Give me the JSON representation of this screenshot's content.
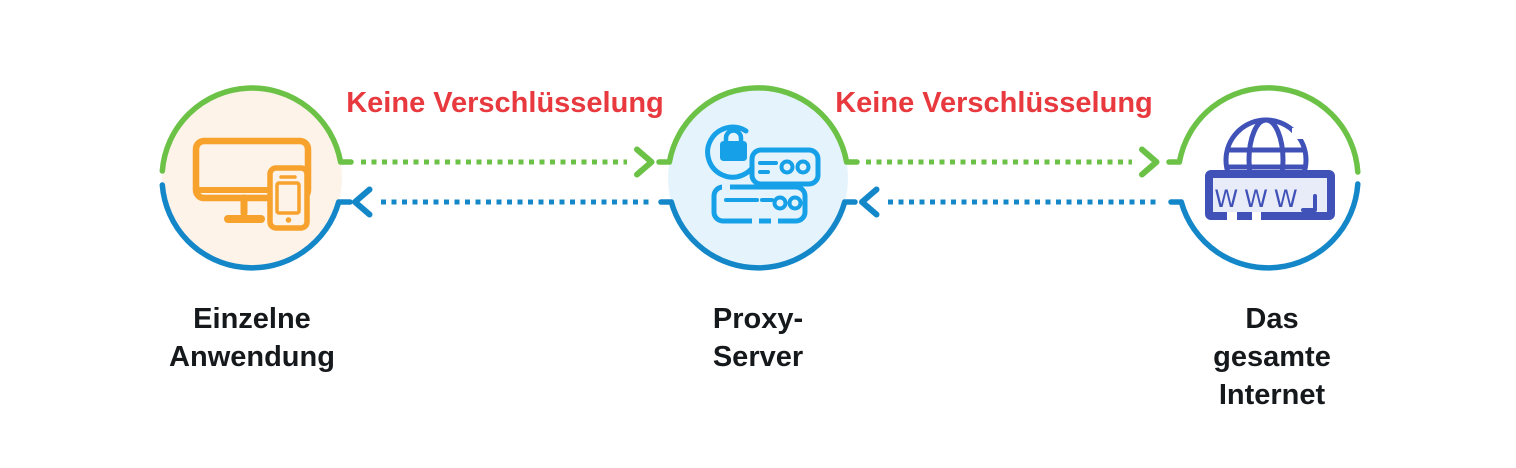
{
  "diagram": {
    "nodes": [
      {
        "id": "client",
        "label_lines": [
          "Einzelne",
          "Anwendung"
        ],
        "icon": "desktop-and-phone-icon"
      },
      {
        "id": "proxy",
        "label_lines": [
          "Proxy-",
          "Server"
        ],
        "icon": "server-with-lock-icon"
      },
      {
        "id": "internet",
        "label_lines": [
          "Das",
          "gesamte",
          "Internet"
        ],
        "icon": "www-globe-icon",
        "icon_text": "WWW"
      }
    ],
    "connections": [
      {
        "from": "client",
        "to": "proxy",
        "label": "Keine Verschlüsselung",
        "direction": "bidirectional",
        "forward_color_name": "green",
        "backward_color_name": "blue",
        "line_style": "dashed"
      },
      {
        "from": "proxy",
        "to": "internet",
        "label": "Keine Verschlüsselung",
        "direction": "bidirectional",
        "forward_color_name": "green",
        "backward_color_name": "blue",
        "line_style": "dashed"
      }
    ]
  },
  "colors": {
    "green": "#6cc247",
    "blue": "#1487c9",
    "azure": "#16a0e8",
    "orange": "#f6a22d",
    "indigo": "#4052b8",
    "red": "#e8393f",
    "cream": "#fdf3e8",
    "lightblue": "#e5f4fc",
    "lavender": "#e8ebf8",
    "text": "#16191c",
    "bg": "#ffffff"
  }
}
